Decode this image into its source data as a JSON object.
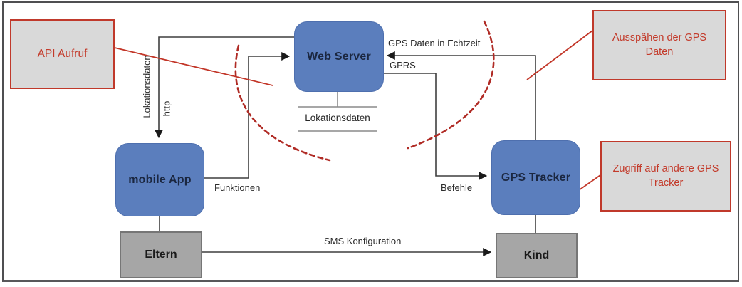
{
  "diagram": {
    "title_hint": "GPS tracker system architecture with attack annotations",
    "nodes": {
      "web_server": {
        "label": "Web Server"
      },
      "mobile_app": {
        "label": "mobile App"
      },
      "gps_tracker": {
        "label": "GPS Tracker"
      },
      "eltern": {
        "label": "Eltern"
      },
      "kind": {
        "label": "Kind"
      },
      "datastore": {
        "label": "Lokationsdaten"
      }
    },
    "edge_labels": {
      "lokationsdaten": "Lokationsdaten",
      "http": "http",
      "funktionen": "Funktionen",
      "gps_daten_echtzeit": "GPS Daten in Echtzeit",
      "gprs": "GPRS",
      "befehle": "Befehle",
      "sms_konfiguration": "SMS Konfiguration"
    },
    "annotations": {
      "api_aufruf": "API Aufruf",
      "ausspaehen": "Ausspähen der GPS Daten",
      "zugriff": "Zugriff auf andere GPS Tracker"
    },
    "colors": {
      "node_fill": "#5b7ebd",
      "node_text": "#1b2740",
      "actor_fill": "#a6a6a6",
      "actor_border": "#767676",
      "annotation_fill": "#d9d9d9",
      "annotation_red": "#c33a2a",
      "connector": "#3f3f3f",
      "dashed_arc_red": "#b02b25",
      "frame_border": "#4f4f51"
    }
  }
}
